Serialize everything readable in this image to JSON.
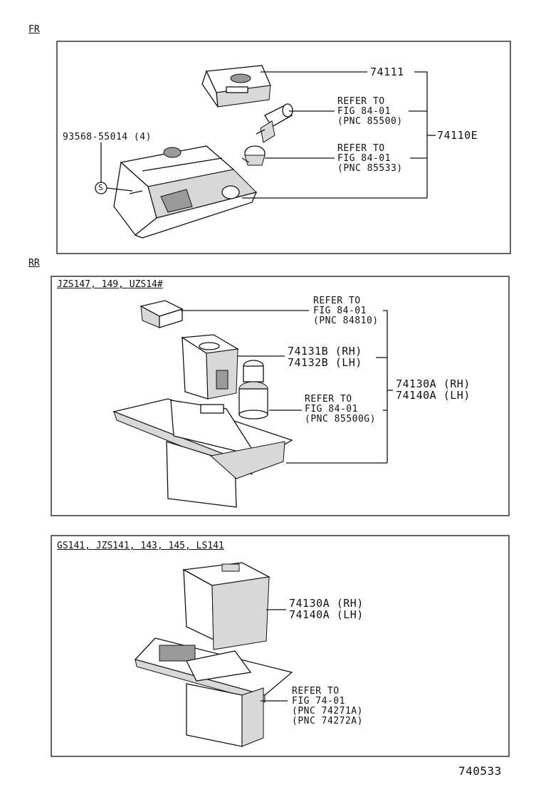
{
  "sections": {
    "fr": {
      "label": "FR",
      "parts": {
        "p74111": "74111",
        "refer1": [
          "REFER TO",
          "FIG 84-01",
          "(PNC 85500)"
        ],
        "refer2": [
          "REFER TO",
          "FIG 84-01",
          "(PNC 85533)"
        ],
        "assembly": "74110E",
        "screw": "93568-55014 (4)",
        "screw_symbol": "S"
      }
    },
    "rr": {
      "label": "RR",
      "box1": {
        "models": "JZS147, 149, UZS14#",
        "refer_top": [
          "REFER TO",
          "FIG 84-01",
          "(PNC 84810)"
        ],
        "part_rh": "74131B (RH)",
        "part_lh": "74132B (LH)",
        "assy_rh": "74130A (RH)",
        "assy_lh": "74140A (LH)",
        "refer_lighter": [
          "REFER TO",
          "FIG 84-01",
          "(PNC 85500G)"
        ]
      },
      "box2": {
        "models": "GS141, JZS141, 143, 145, LS141",
        "assy_rh": "74130A (RH)",
        "assy_lh": "74140A (LH)",
        "refer": [
          "REFER TO",
          "FIG 74-01",
          "(PNC 74271A)",
          "(PNC 74272A)"
        ]
      }
    }
  },
  "figure_number": "740533"
}
